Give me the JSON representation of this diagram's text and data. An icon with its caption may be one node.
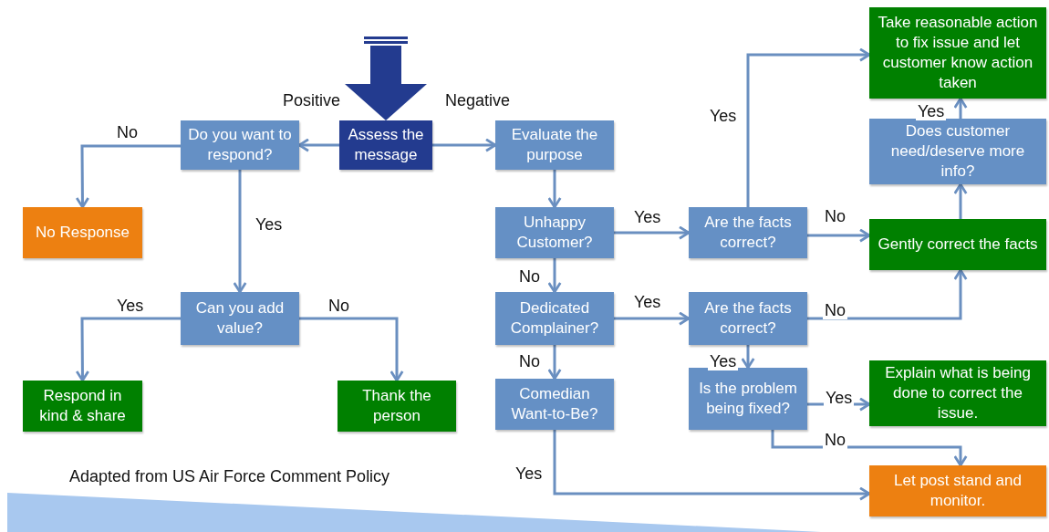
{
  "diagram": {
    "nodes": [
      {
        "text": [
          "Assess the message"
        ]
      },
      {
        "text": [
          "Do you want to respond?"
        ]
      },
      {
        "text": [
          "Evaluate the purpose"
        ]
      },
      {
        "text": [
          "No Response"
        ]
      },
      {
        "text": [
          "Unhappy Customer?"
        ]
      },
      {
        "text": [
          "Are the facts correct?"
        ]
      },
      {
        "text": [
          "Take reasonable action to fix issue and let customer know action taken"
        ]
      },
      {
        "text": [
          "Does customer need/deserve more info?"
        ]
      },
      {
        "text": [
          "Gently correct the facts"
        ]
      },
      {
        "text": [
          "Can you add value?"
        ]
      },
      {
        "text": [
          "Dedicated Complainer?"
        ]
      },
      {
        "text": [
          "Are the facts correct?"
        ]
      },
      {
        "text": [
          "Respond in kind & share"
        ]
      },
      {
        "text": [
          "Thank the person"
        ]
      },
      {
        "text": [
          "Comedian Want-to-Be?"
        ]
      },
      {
        "text": [
          "Is the problem being fixed?"
        ]
      },
      {
        "text": [
          "Explain what is being done to correct the issue."
        ]
      },
      {
        "text": [
          "Let post stand and monitor."
        ]
      }
    ],
    "edges": [
      {
        "from": 0,
        "to": 1,
        "arrow": "to",
        "label": "Positive"
      },
      {
        "from": 0,
        "to": 2,
        "arrow": "to",
        "label": "Negative"
      },
      {
        "from": 1,
        "to": 3,
        "arrow": "to",
        "label": "No"
      },
      {
        "from": 1,
        "to": 9,
        "arrow": "to",
        "label": "Yes"
      },
      {
        "from": 9,
        "to": 12,
        "arrow": "to",
        "label": "Yes"
      },
      {
        "from": 9,
        "to": 13,
        "arrow": "to",
        "label": "No"
      },
      {
        "from": 2,
        "to": 4,
        "arrow": "to"
      },
      {
        "from": 4,
        "to": 5,
        "arrow": "to",
        "label": "Yes"
      },
      {
        "from": 4,
        "to": 10,
        "arrow": "to",
        "label": "No"
      },
      {
        "from": 5,
        "to": 6,
        "arrow": "to",
        "label": "Yes"
      },
      {
        "from": 5,
        "to": 8,
        "arrow": "to",
        "label": "No"
      },
      {
        "from": 8,
        "to": 7,
        "arrow": "to"
      },
      {
        "from": 7,
        "to": 6,
        "arrow": "to",
        "label": "Yes"
      },
      {
        "from": 10,
        "to": 11,
        "arrow": "to",
        "label": "Yes"
      },
      {
        "from": 10,
        "to": 14,
        "arrow": "to",
        "label": "No"
      },
      {
        "from": 11,
        "to": 8,
        "arrow": "to",
        "label": "No"
      },
      {
        "from": 11,
        "to": 15,
        "arrow": "to",
        "label": "Yes"
      },
      {
        "from": 15,
        "to": 16,
        "arrow": "to",
        "label": "Yes"
      },
      {
        "from": 15,
        "to": 17,
        "arrow": "to",
        "label": "No"
      },
      {
        "from": 14,
        "to": 17,
        "arrow": "to",
        "label": "Yes"
      },
      {
        "from": null,
        "to": 0,
        "arrow": "to",
        "style": "thick",
        "color": "#233b8f"
      }
    ],
    "labels": [
      "Adapted from US Air Force Comment Policy"
    ]
  }
}
